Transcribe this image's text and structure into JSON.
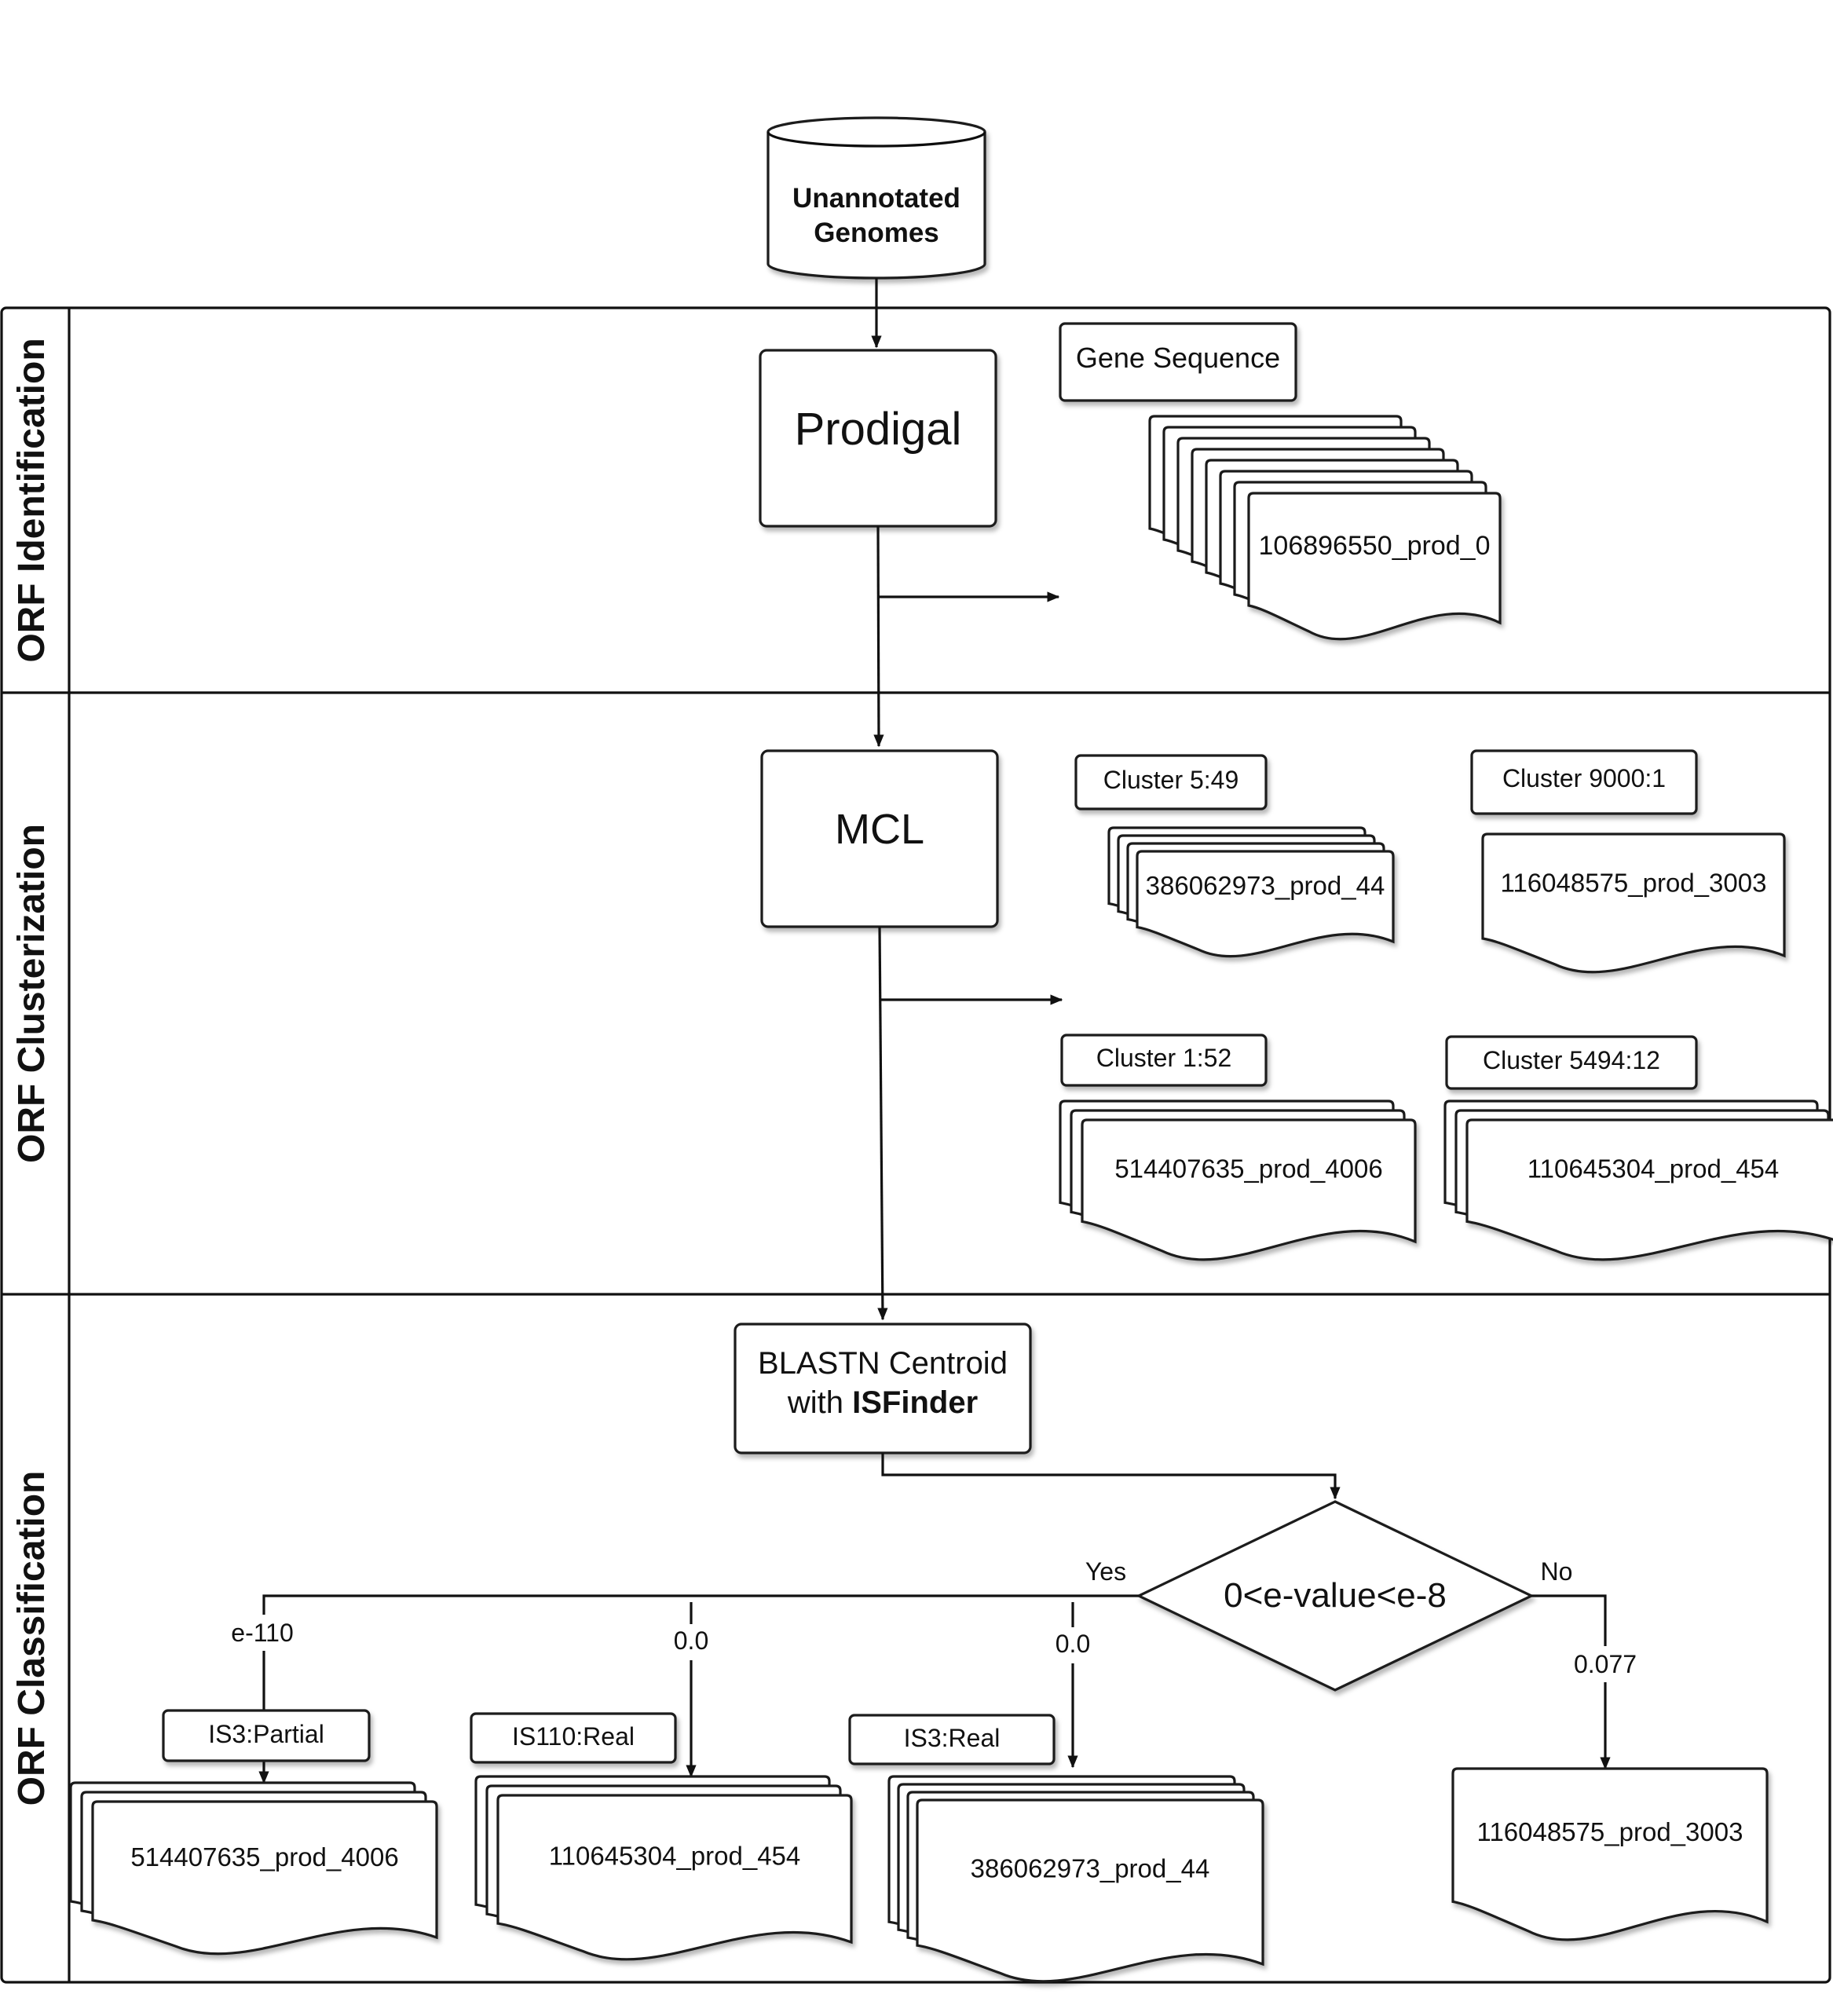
{
  "lanes": {
    "orf_identification": "ORF Identification",
    "orf_clusterization": "ORF Clusterization",
    "orf_classification": "ORF Classification"
  },
  "source": {
    "line1": "Unannotated",
    "line2": "Genomes"
  },
  "processes": {
    "prodigal": "Prodigal",
    "mcl": "MCL",
    "blastn_line1": "BLASTN Centroid",
    "blastn_line2_prefix": "with ",
    "blastn_line2_bold": "ISFinder"
  },
  "identification": {
    "label": "Gene Sequence",
    "doc": "106896550_prod_0"
  },
  "clusters": [
    {
      "label": "Cluster 5:49",
      "doc": "386062973_prod_44"
    },
    {
      "label": "Cluster 9000:1",
      "doc": "116048575_prod_3003"
    },
    {
      "label": "Cluster 1:52",
      "doc": "514407635_prod_4006"
    },
    {
      "label": "Cluster 5494:12",
      "doc": "110645304_prod_454"
    }
  ],
  "decision": {
    "condition": "0<e-value<e-8",
    "yes": "Yes",
    "no": "No"
  },
  "results": [
    {
      "evalue": "e-110",
      "label": "IS3:Partial",
      "doc": "514407635_prod_4006"
    },
    {
      "evalue": "0.0",
      "label": "IS110:Real",
      "doc": "110645304_prod_454"
    },
    {
      "evalue": "0.0",
      "label": "IS3:Real",
      "doc": "386062973_prod_44"
    },
    {
      "evalue": "0.077",
      "label": "",
      "doc": "116048575_prod_3003"
    }
  ]
}
